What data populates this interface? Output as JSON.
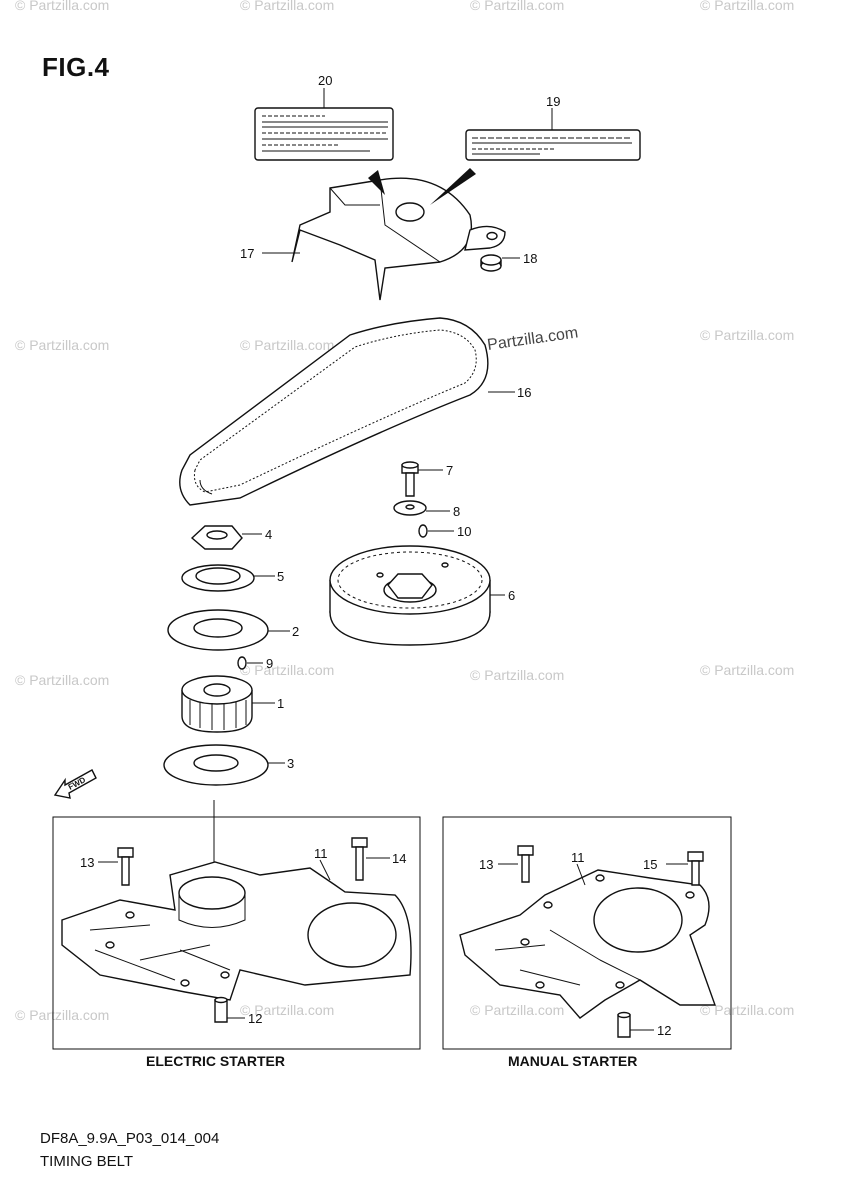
{
  "figure": {
    "title": "FIG.4",
    "code": "DF8A_9.9A_P03_014_004",
    "name": "TIMING BELT"
  },
  "watermark": {
    "text": "© Partzilla.com",
    "main_text": "Partzilla.com"
  },
  "fwd_label": "FWD",
  "callouts": {
    "c1": "1",
    "c2": "2",
    "c3": "3",
    "c4": "4",
    "c5": "5",
    "c6": "6",
    "c7": "7",
    "c8": "8",
    "c9": "9",
    "c10": "10",
    "c11a": "11",
    "c11b": "11",
    "c12a": "12",
    "c12b": "12",
    "c13a": "13",
    "c13b": "13",
    "c14": "14",
    "c15": "15",
    "c16": "16",
    "c17": "17",
    "c18": "18",
    "c19": "19",
    "c20": "20"
  },
  "boxes": {
    "electric": "ELECTRIC STARTER",
    "manual": "MANUAL STARTER"
  }
}
